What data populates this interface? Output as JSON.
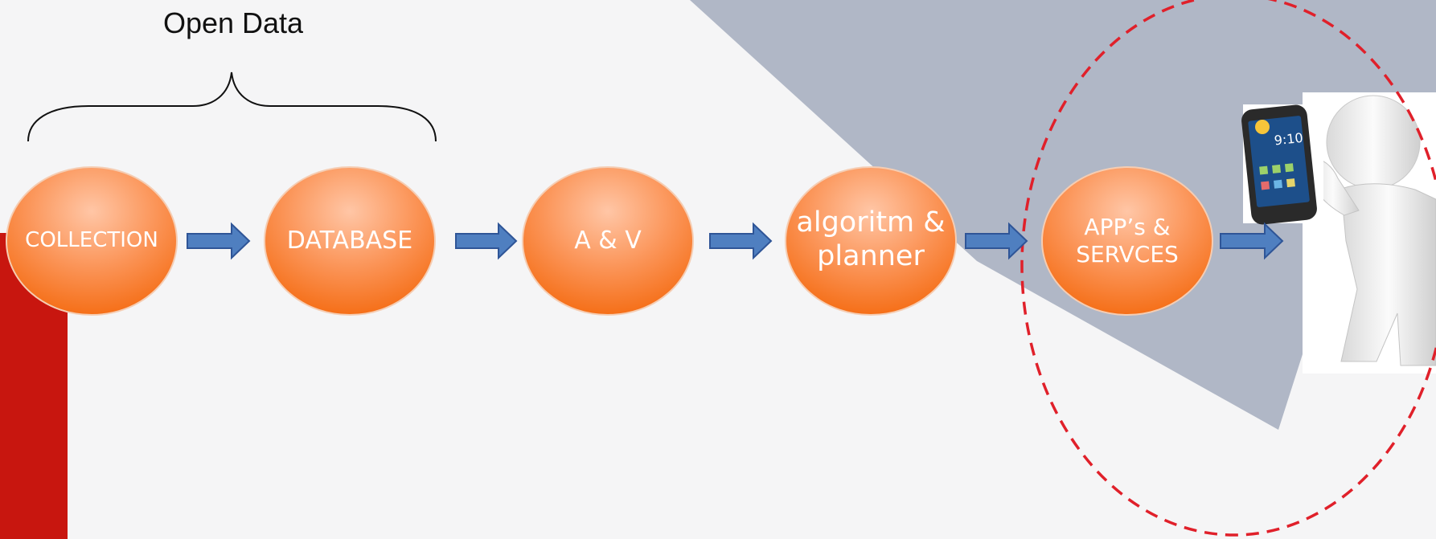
{
  "title": "Open Data",
  "nodes": [
    {
      "id": "collection",
      "lines": [
        "COLLECTION"
      ]
    },
    {
      "id": "database",
      "lines": [
        "DATABASE"
      ]
    },
    {
      "id": "av",
      "lines": [
        "A & V"
      ]
    },
    {
      "id": "algoritm",
      "lines": [
        "algoritm &",
        "planner"
      ]
    },
    {
      "id": "apps",
      "lines": [
        "APP’s &",
        "SERVCES"
      ]
    }
  ],
  "colors": {
    "node_top": "#ffb38a",
    "node_bottom": "#f7761f",
    "arrow_fill": "#4f7fc0",
    "arrow_stroke": "#2f5597",
    "red_bar": "#c8160f",
    "gray_band": "#b0b7c6",
    "dashed_circle": "#e0202a"
  },
  "icons": [
    "smartphone-icon",
    "person-thumbs-up-icon"
  ]
}
